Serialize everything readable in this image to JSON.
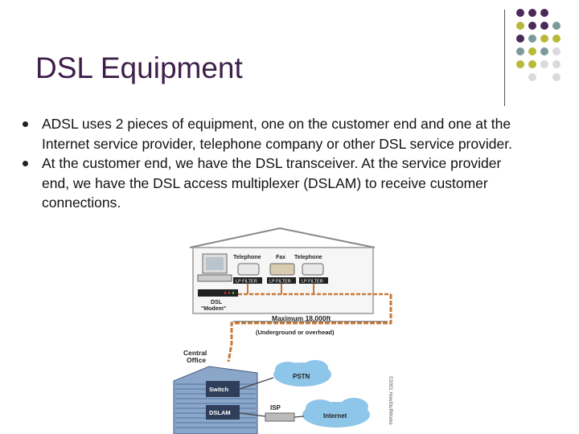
{
  "slide": {
    "title": "DSL Equipment",
    "bullets": [
      "ADSL uses 2 pieces of equipment, one on the customer end and one at the Internet service provider, telephone company or other DSL service provider.",
      "At the customer end, we have the DSL transceiver. At the service provider end, we have the DSL access multiplexer (DSLAM) to receive customer connections."
    ]
  },
  "colors": {
    "title": "#3d1f4b",
    "dot_purple": "#4b2a5a",
    "dot_teal": "#7d9a9a",
    "dot_olive": "#b8b83a",
    "dot_light": "#d9d9de"
  },
  "diagram": {
    "device_labels": [
      "Telephone",
      "Fax",
      "Telephone"
    ],
    "filter_label": "LP FILTER",
    "modem_label": "DSL",
    "modem_sublabel": "\"Modem\"",
    "distance_label": "Maximum 18,000ft",
    "distance_note": "(Underground or overhead)",
    "central_office_line1": "Central",
    "central_office_line2": "Office",
    "switch_label": "Switch",
    "dslam_label": "DSLAM",
    "pstn_label": "PSTN",
    "isp_label": "ISP",
    "internet_label": "Internet",
    "credit": "©2001 HowStuffWorks"
  }
}
